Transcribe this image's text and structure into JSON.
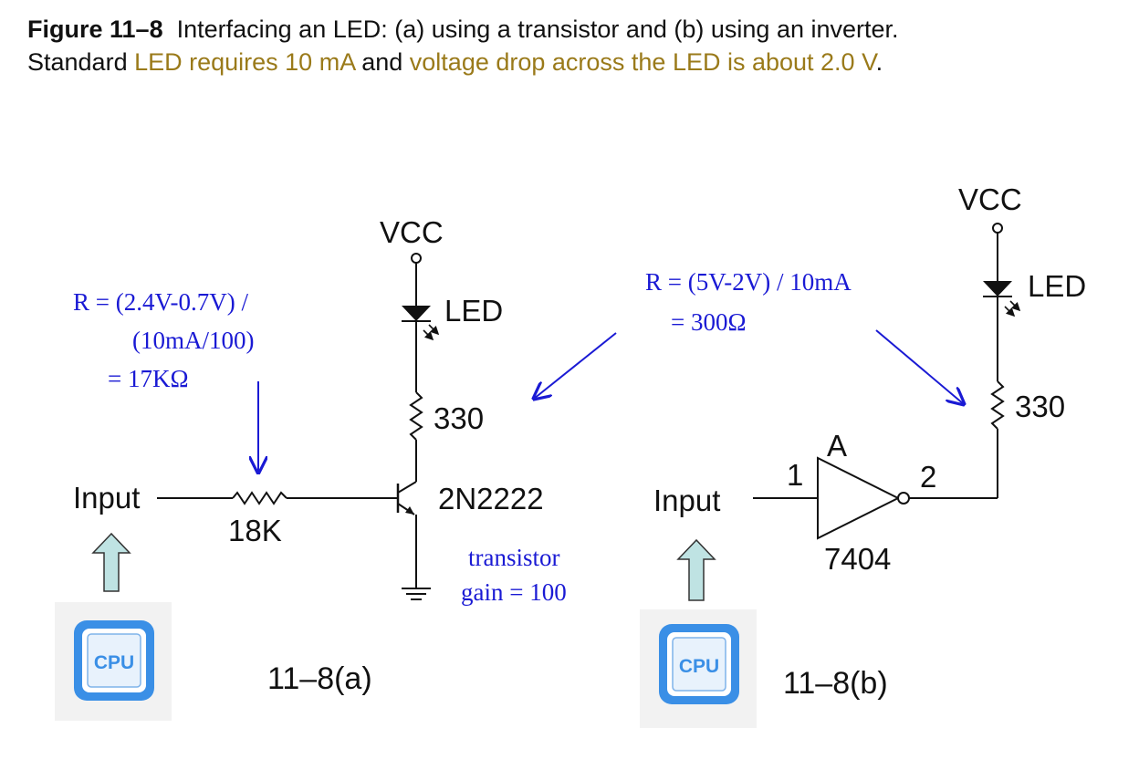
{
  "caption": {
    "figure_label": "Figure 11–8",
    "line1_text": "Interfacing an LED: (a) using a transistor and (b) using an inverter.",
    "line2_prefix": "Standard ",
    "line2_highlight1": "LED requires 10 mA",
    "line2_middle": " and ",
    "line2_highlight2": "voltage drop across the LED is about 2.0 V",
    "line2_suffix": ".",
    "highlight_color": "#9a7a1a"
  },
  "circuit_a": {
    "vcc_label": "VCC",
    "led_label": "LED",
    "collector_resistor_label": "330",
    "transistor_label": "2N2222",
    "input_label": "Input",
    "base_resistor_label": "18K",
    "formula_lines": [
      "R = (2.4V-0.7V) /",
      "(10mA/100)",
      "= 17KΩ"
    ],
    "gain_lines": [
      "transistor",
      "gain = 100"
    ],
    "cpu_label": "CPU",
    "subfigure_label": "11–8(a)"
  },
  "circuit_b": {
    "vcc_label": "VCC",
    "led_label": "LED",
    "resistor_label": "330",
    "gate_name": "A",
    "gate_part": "7404",
    "pin_in": "1",
    "pin_out": "2",
    "input_label": "Input",
    "formula_lines": [
      "R = (5V-2V) / 10mA",
      "=  300Ω"
    ],
    "cpu_label": "CPU",
    "subfigure_label": "11–8(b)"
  },
  "colors": {
    "annotation": "#1a1ad4",
    "arrow_fill": "#bfe3e3",
    "cpu_blue": "#3a8fe6"
  }
}
